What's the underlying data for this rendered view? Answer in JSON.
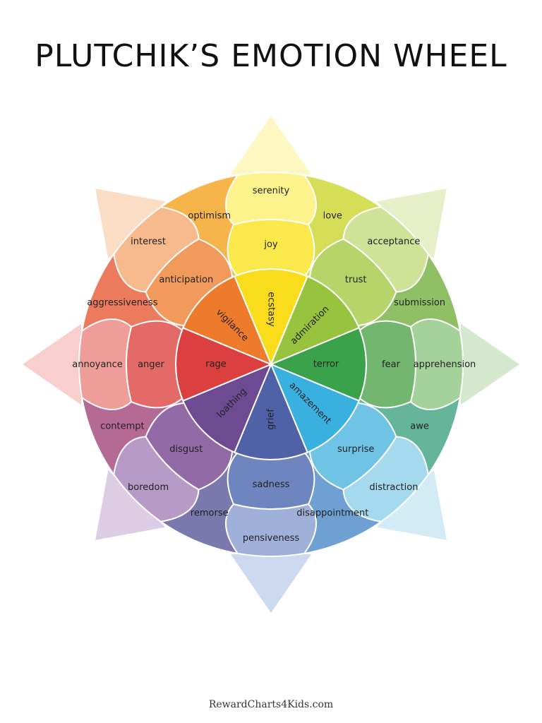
{
  "title": "PLUTCHIK’S EMOTION WHEEL",
  "footer": "RewardCharts4Kids.com",
  "families": [
    {
      "key": "joy",
      "inner": "ecstasy",
      "middle": "joy",
      "outer": "serenity",
      "colors": {
        "inner": "#f9dc1c",
        "middle": "#fbe84a",
        "outer": "#fdf28c",
        "tip": "#fdf8c2"
      }
    },
    {
      "key": "trust",
      "inner": "admiration",
      "middle": "trust",
      "outer": "acceptance",
      "colors": {
        "inner": "#98c33f",
        "middle": "#b5d46a",
        "outer": "#cfe298",
        "tip": "#e6efc8"
      }
    },
    {
      "key": "fear",
      "inner": "terror",
      "middle": "fear",
      "outer": "apprehension",
      "colors": {
        "inner": "#3aa24a",
        "middle": "#72b66f",
        "outer": "#a5d19b",
        "tip": "#d3e8cd"
      }
    },
    {
      "key": "surprise",
      "inner": "amazement",
      "middle": "surprise",
      "outer": "distraction",
      "colors": {
        "inner": "#3ab0e0",
        "middle": "#6fc3e5",
        "outer": "#a4d9ee",
        "tip": "#d2ebf5"
      }
    },
    {
      "key": "sadness",
      "inner": "grief",
      "middle": "sadness",
      "outer": "pensiveness",
      "colors": {
        "inner": "#4f62a8",
        "middle": "#6f85c0",
        "outer": "#9fb1d9",
        "tip": "#ccd9ee"
      }
    },
    {
      "key": "disgust",
      "inner": "loathing",
      "middle": "disgust",
      "outer": "boredom",
      "colors": {
        "inner": "#6e4a93",
        "middle": "#926aa6",
        "outer": "#b79bc6",
        "tip": "#dccce4"
      }
    },
    {
      "key": "anger",
      "inner": "rage",
      "middle": "anger",
      "outer": "annoyance",
      "colors": {
        "inner": "#dc3f40",
        "middle": "#e46a68",
        "outer": "#ee9d98",
        "tip": "#f8cfcc"
      }
    },
    {
      "key": "anticipation",
      "inner": "vigilance",
      "middle": "anticipation",
      "outer": "interest",
      "colors": {
        "inner": "#ee7a2c",
        "middle": "#f29a5c",
        "outer": "#f6ba8d",
        "tip": "#fbdcc4"
      }
    }
  ],
  "dyads": [
    {
      "label": "love",
      "color": "#d4de56"
    },
    {
      "label": "submission",
      "color": "#8fc066"
    },
    {
      "label": "awe",
      "color": "#64b59a"
    },
    {
      "label": "disappointment",
      "color": "#6fa0d4"
    },
    {
      "label": "remorse",
      "color": "#7a78ad"
    },
    {
      "label": "contempt",
      "color": "#b56a95"
    },
    {
      "label": "aggressiveness",
      "color": "#ec7b5d"
    },
    {
      "label": "optimism",
      "color": "#f7b44b"
    }
  ]
}
